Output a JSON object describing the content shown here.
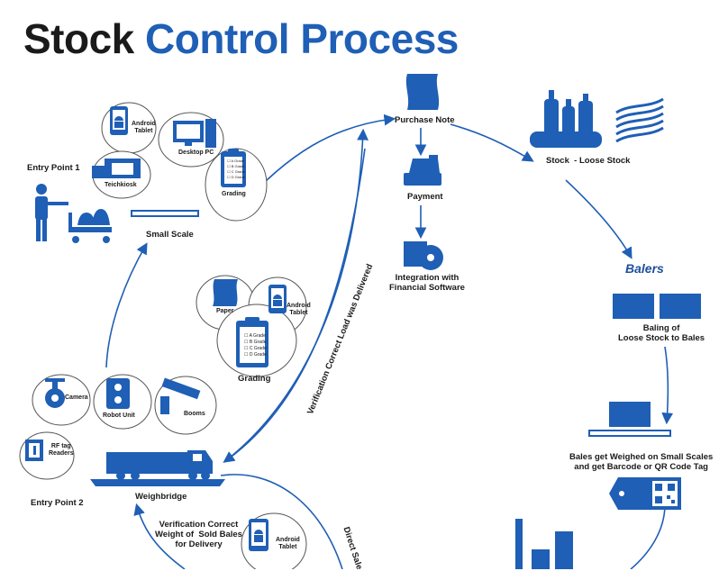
{
  "title": {
    "part1": "Stock",
    "part2": "Control Process"
  },
  "colors": {
    "accent": "#1f5fb5",
    "dark": "#1a1a1a",
    "bubble": "#555555"
  },
  "nodes": {
    "purchase_note": "Purchase Note",
    "payment": "Payment",
    "integration": "Integration with\nFinancial Software",
    "stock_loose": "Stock  - Loose Stock",
    "balers": "Balers",
    "baling": "Baling of\nLoose Stock to Bales",
    "bales_weighed": "Bales get Weighed on Small Scales\nand get Barcode or QR Code Tag",
    "entry_point_1": "Entry Point 1",
    "small_scale": "Small Scale",
    "android_tablet_1": "Android\nTablet",
    "desktop_pc": "Desktop PC",
    "teichkiosk": "Teichkiosk",
    "grading_1": "Grading",
    "paper": "Paper",
    "android_tablet_2": "Android\nTablet",
    "grading_2": "Grading",
    "verification_load": "Verification  Correct Load was Delivered",
    "camera": "Camera",
    "robot_unit": "Robot Unit",
    "booms": "Booms",
    "rf_tag": "RF tag\nReaders",
    "entry_point_2": "Entry Point 2",
    "weighbridge": "Weighbridge",
    "verification_bales": "Verification Correct\nWeight of  Sold Bales\nfor Delivery",
    "android_tablet_3": "Android\nTablet",
    "direct_sale": "Direct Sale"
  },
  "grades": [
    "A Grade",
    "B Grade",
    "C Grade",
    "D Grade"
  ]
}
